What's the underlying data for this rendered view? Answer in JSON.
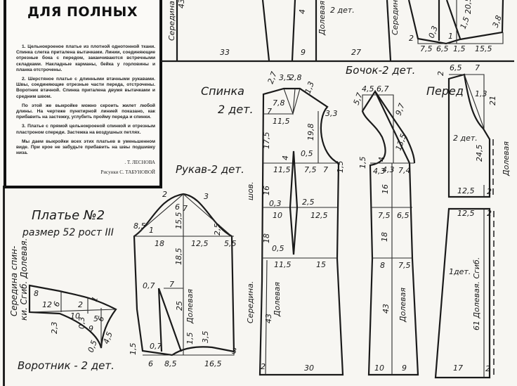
{
  "header": {
    "title": "ДЛЯ ПОЛНЫХ"
  },
  "article": {
    "p1": "1. Цельнокроеное платье из плотной однотонной ткани. Спинка слегка приталена вытачками. Линии, соединяющие отрезные бока с передом, заканчиваются встречными складками. Накладные карманы, бейка у горловины и планка отстрочены.",
    "p2": "2. Шерстяное платье с длинными втачными рукавами. Швы, соединяющие отрезные части переда, отстрочены. Воротник втачной. Спинка приталена двумя вытачками и средним швом.",
    "p3": "По этой же выкройке можно скроить жилет любой длины. На чертеже пунктирной линией показано, как прибавить на застежку, углубить пройму переда и спинки.",
    "p4": "3. Платье с прямой цельнокроеной спинкой и отрезным пластроном спереди. Застежка на воздушных петлях.",
    "p5": "Мы даем выкройки всех этих платьев в уменьшенном виде. При крое не забудьте прибавить на швы подшивку низа.",
    "author": ". Т. ЛЕСНОВА",
    "illustrator": "Рисунки С. ТАБУНОВОЙ"
  },
  "dress_heading": {
    "title": "Платье №2",
    "size": "размер 52 рост III"
  },
  "top_strip": {
    "labels": [
      "43",
      "Середина",
      "33",
      "9",
      "27",
      "Долевая",
      "2 дет.",
      "Середина",
      "2",
      "7,5",
      "6,5",
      "1,5",
      "15,5",
      "0,3",
      "1",
      "1,5",
      "3,8",
      "20,5",
      "4"
    ]
  },
  "back": {
    "title": "Спинка",
    "count": "2 дет.",
    "labels": [
      "2,7",
      "3,5",
      "2,8",
      "7,8",
      "7",
      "1,3",
      "3,3",
      "11,5",
      "19,8",
      "17,5",
      "4",
      "0,5",
      "11,5",
      "7,5",
      "7",
      "1,5",
      "16",
      "0,3",
      "2,5",
      "10",
      "12,5",
      "18",
      "0,5",
      "11,5",
      "15",
      "43",
      "Долевая",
      "Середина.",
      "2",
      "30",
      "шов."
    ]
  },
  "side": {
    "title": "Бочок-2 дет.",
    "labels": [
      "5,7",
      "4,5",
      "6,7",
      "9,7",
      "13,5",
      "4",
      "1,5",
      "4,3",
      "4,3",
      "7,4",
      "16",
      "7,5",
      "6,5",
      "18",
      "8",
      "7,5",
      "43",
      "Долевая",
      "10",
      "9"
    ]
  },
  "front": {
    "title": "Перед",
    "labels": [
      "6,5",
      "7",
      "2",
      "1,3",
      "21",
      "2 дет.",
      "24,5",
      "Долевая",
      "12,5",
      "2",
      "12,5",
      "2",
      "1дет.",
      "61 Долевая. Сгиб.",
      "17",
      "2"
    ]
  },
  "sleeve": {
    "title": "Рукав-2 дет.",
    "labels": [
      "2",
      "3",
      "6",
      "7",
      "8,5",
      "1",
      "15,5",
      "2,5",
      "18",
      "12,5",
      "5,5",
      "18,5",
      "Долевая",
      "0,7",
      "7",
      "25",
      "1,5",
      "0,7",
      "1,5",
      "3,5",
      "3",
      "6",
      "8,5",
      "16,5"
    ]
  },
  "collar": {
    "title": "Воротник - 2 дет.",
    "note_line1": "Середина спин-",
    "note_line2": "ки. Сгиб. Долевая.",
    "labels": [
      "8",
      "12",
      "6",
      "2",
      "1",
      "10",
      "0,3",
      "5",
      "6",
      "2,3",
      "9",
      "4,5",
      "0,5"
    ]
  }
}
